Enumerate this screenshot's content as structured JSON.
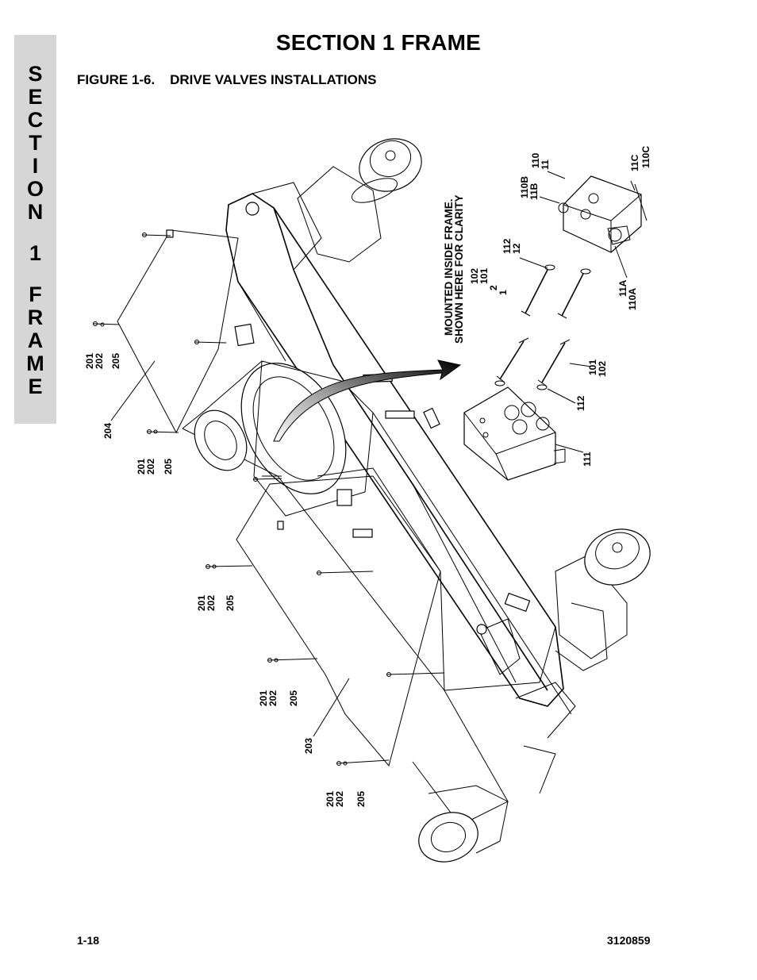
{
  "side_tab": {
    "letters": [
      "S",
      "E",
      "C",
      "T",
      "I",
      "O",
      "N",
      "1",
      "F",
      "R",
      "A",
      "M",
      "E"
    ]
  },
  "page_title": "SECTION 1  FRAME",
  "figure_title": "FIGURE 1-6.    DRIVE VALVES INSTALLATIONS",
  "note": {
    "line1": "MOUNTED INSIDE FRAME.",
    "line2": "SHOWN HERE FOR CLARITY"
  },
  "callouts": {
    "c1": [
      "201",
      "202",
      "205"
    ],
    "c2": [
      "204"
    ],
    "c3": [
      "201",
      "202",
      "205"
    ],
    "c4": [
      "201",
      "202",
      "205"
    ],
    "c5": [
      "201",
      "202",
      "205"
    ],
    "c6": [
      "203"
    ],
    "c7": [
      "201",
      "202",
      "205"
    ],
    "c8": [
      "102",
      "101",
      "2",
      "1"
    ],
    "c9": [
      "112",
      "12"
    ],
    "c10": [
      "110B",
      "11B"
    ],
    "c11": [
      "110",
      "11"
    ],
    "c12": [
      "11C",
      "110C"
    ],
    "c13": [
      "11A",
      "110A"
    ],
    "c14": [
      "101",
      "102"
    ],
    "c15": [
      "112"
    ],
    "c16": [
      "111"
    ]
  },
  "footer": {
    "page_number": "1-18",
    "doc_number": "3120859"
  }
}
